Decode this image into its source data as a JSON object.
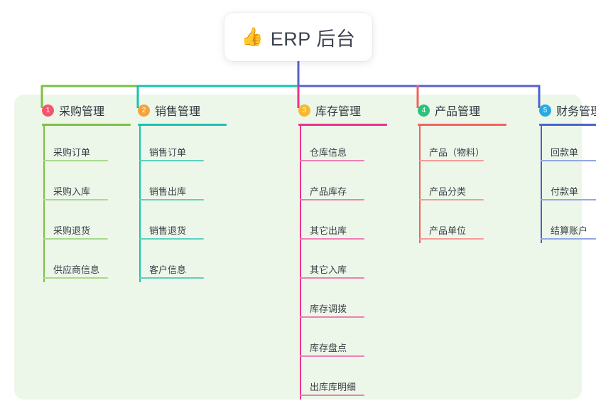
{
  "root": {
    "emoji": "👍",
    "emoji_name": "thumbs-up-icon",
    "title": "ERP 后台"
  },
  "palette": {
    "page_background": "#ffffff",
    "panel_background": "#edf7e9",
    "trunk_line": "#5b5fc7",
    "text_primary": "#2f3640",
    "text_leaf": "#3a4048"
  },
  "chart_data": {
    "type": "tree",
    "title": "ERP 后台",
    "root_label": "ERP 后台",
    "branch_count": 5,
    "branches": [
      {
        "index": "1",
        "label": "采购管理",
        "badge_color": "#f2576b",
        "line_color": "#7ac143",
        "leaf_line_color": "#a9d98a",
        "leaves": [
          "采购订单",
          "采购入库",
          "采购退货",
          "供应商信息"
        ]
      },
      {
        "index": "2",
        "label": "销售管理",
        "badge_color": "#f5a33c",
        "line_color": "#18c3ad",
        "leaf_line_color": "#5ecfc0",
        "leaves": [
          "销售订单",
          "销售出库",
          "销售退货",
          "客户信息"
        ]
      },
      {
        "index": "3",
        "label": "库存管理",
        "badge_color": "#f7b731",
        "line_color": "#e8338a",
        "leaf_line_color": "#ef7fb4",
        "leaves": [
          "仓库信息",
          "产品库存",
          "其它出库",
          "其它入库",
          "库存调拨",
          "库存盘点",
          "出库库明细"
        ]
      },
      {
        "index": "4",
        "label": "产品管理",
        "badge_color": "#2ec27e",
        "line_color": "#f4615c",
        "leaf_line_color": "#f59b97",
        "leaves": [
          "产品（物料）",
          "产品分类",
          "产品单位"
        ]
      },
      {
        "index": "5",
        "label": "财务管理",
        "badge_color": "#29a9e0",
        "line_color": "#4a62cf",
        "leaf_line_color": "#93a7e4",
        "leaves": [
          "回款单",
          "付款单",
          "结算账户"
        ]
      }
    ]
  }
}
